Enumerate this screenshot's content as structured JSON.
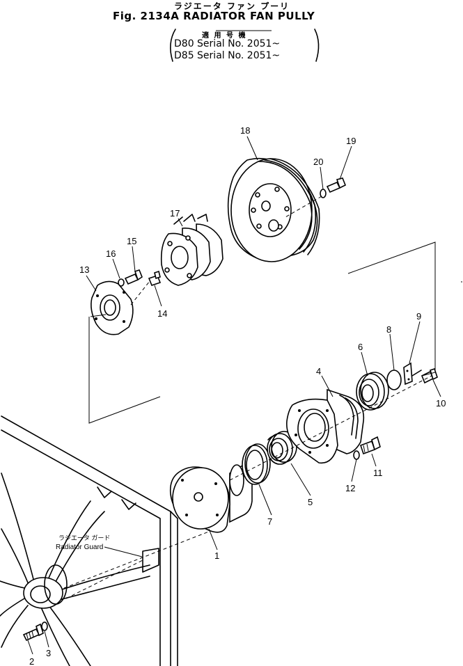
{
  "header": {
    "japanese_title": "ラジエータ ファン プーリ",
    "figure_title": "Fig. 2134A  RADIATOR  FAN  PULLY",
    "applicability_label": "適 用 号 機",
    "serial_lines": [
      "D80  Serial  No.  2051~",
      "D85  Serial  No.  2051~"
    ]
  },
  "guard_label": {
    "japanese": "ラジエータ ガード",
    "english": "Radiator Guard"
  },
  "callouts": [
    "1",
    "2",
    "3",
    "4",
    "5",
    "6",
    "7",
    "8",
    "9",
    "10",
    "11",
    "12",
    "13",
    "14",
    "15",
    "16",
    "17",
    "18",
    "19",
    "20"
  ]
}
